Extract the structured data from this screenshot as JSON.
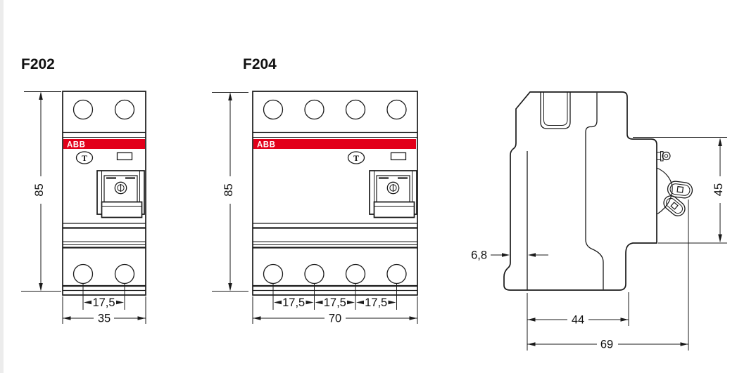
{
  "drawing": {
    "colors": {
      "abb_red": "#e2001a",
      "line": "#1a1a1a"
    },
    "f202": {
      "title": "F202",
      "logo": "ABB",
      "test_label": "T",
      "dim_height": "85",
      "dim_pitch": "17,5",
      "dim_width": "35"
    },
    "f204": {
      "title": "F204",
      "logo": "ABB",
      "test_label": "T",
      "dim_height": "85",
      "dim_pitch_1": "17,5",
      "dim_pitch_2": "17,5",
      "dim_pitch_3": "17,5",
      "dim_width": "70"
    },
    "side": {
      "dim_lip": "6,8",
      "dim_height": "45",
      "dim_depth_front": "44",
      "dim_depth_total": "69"
    }
  }
}
